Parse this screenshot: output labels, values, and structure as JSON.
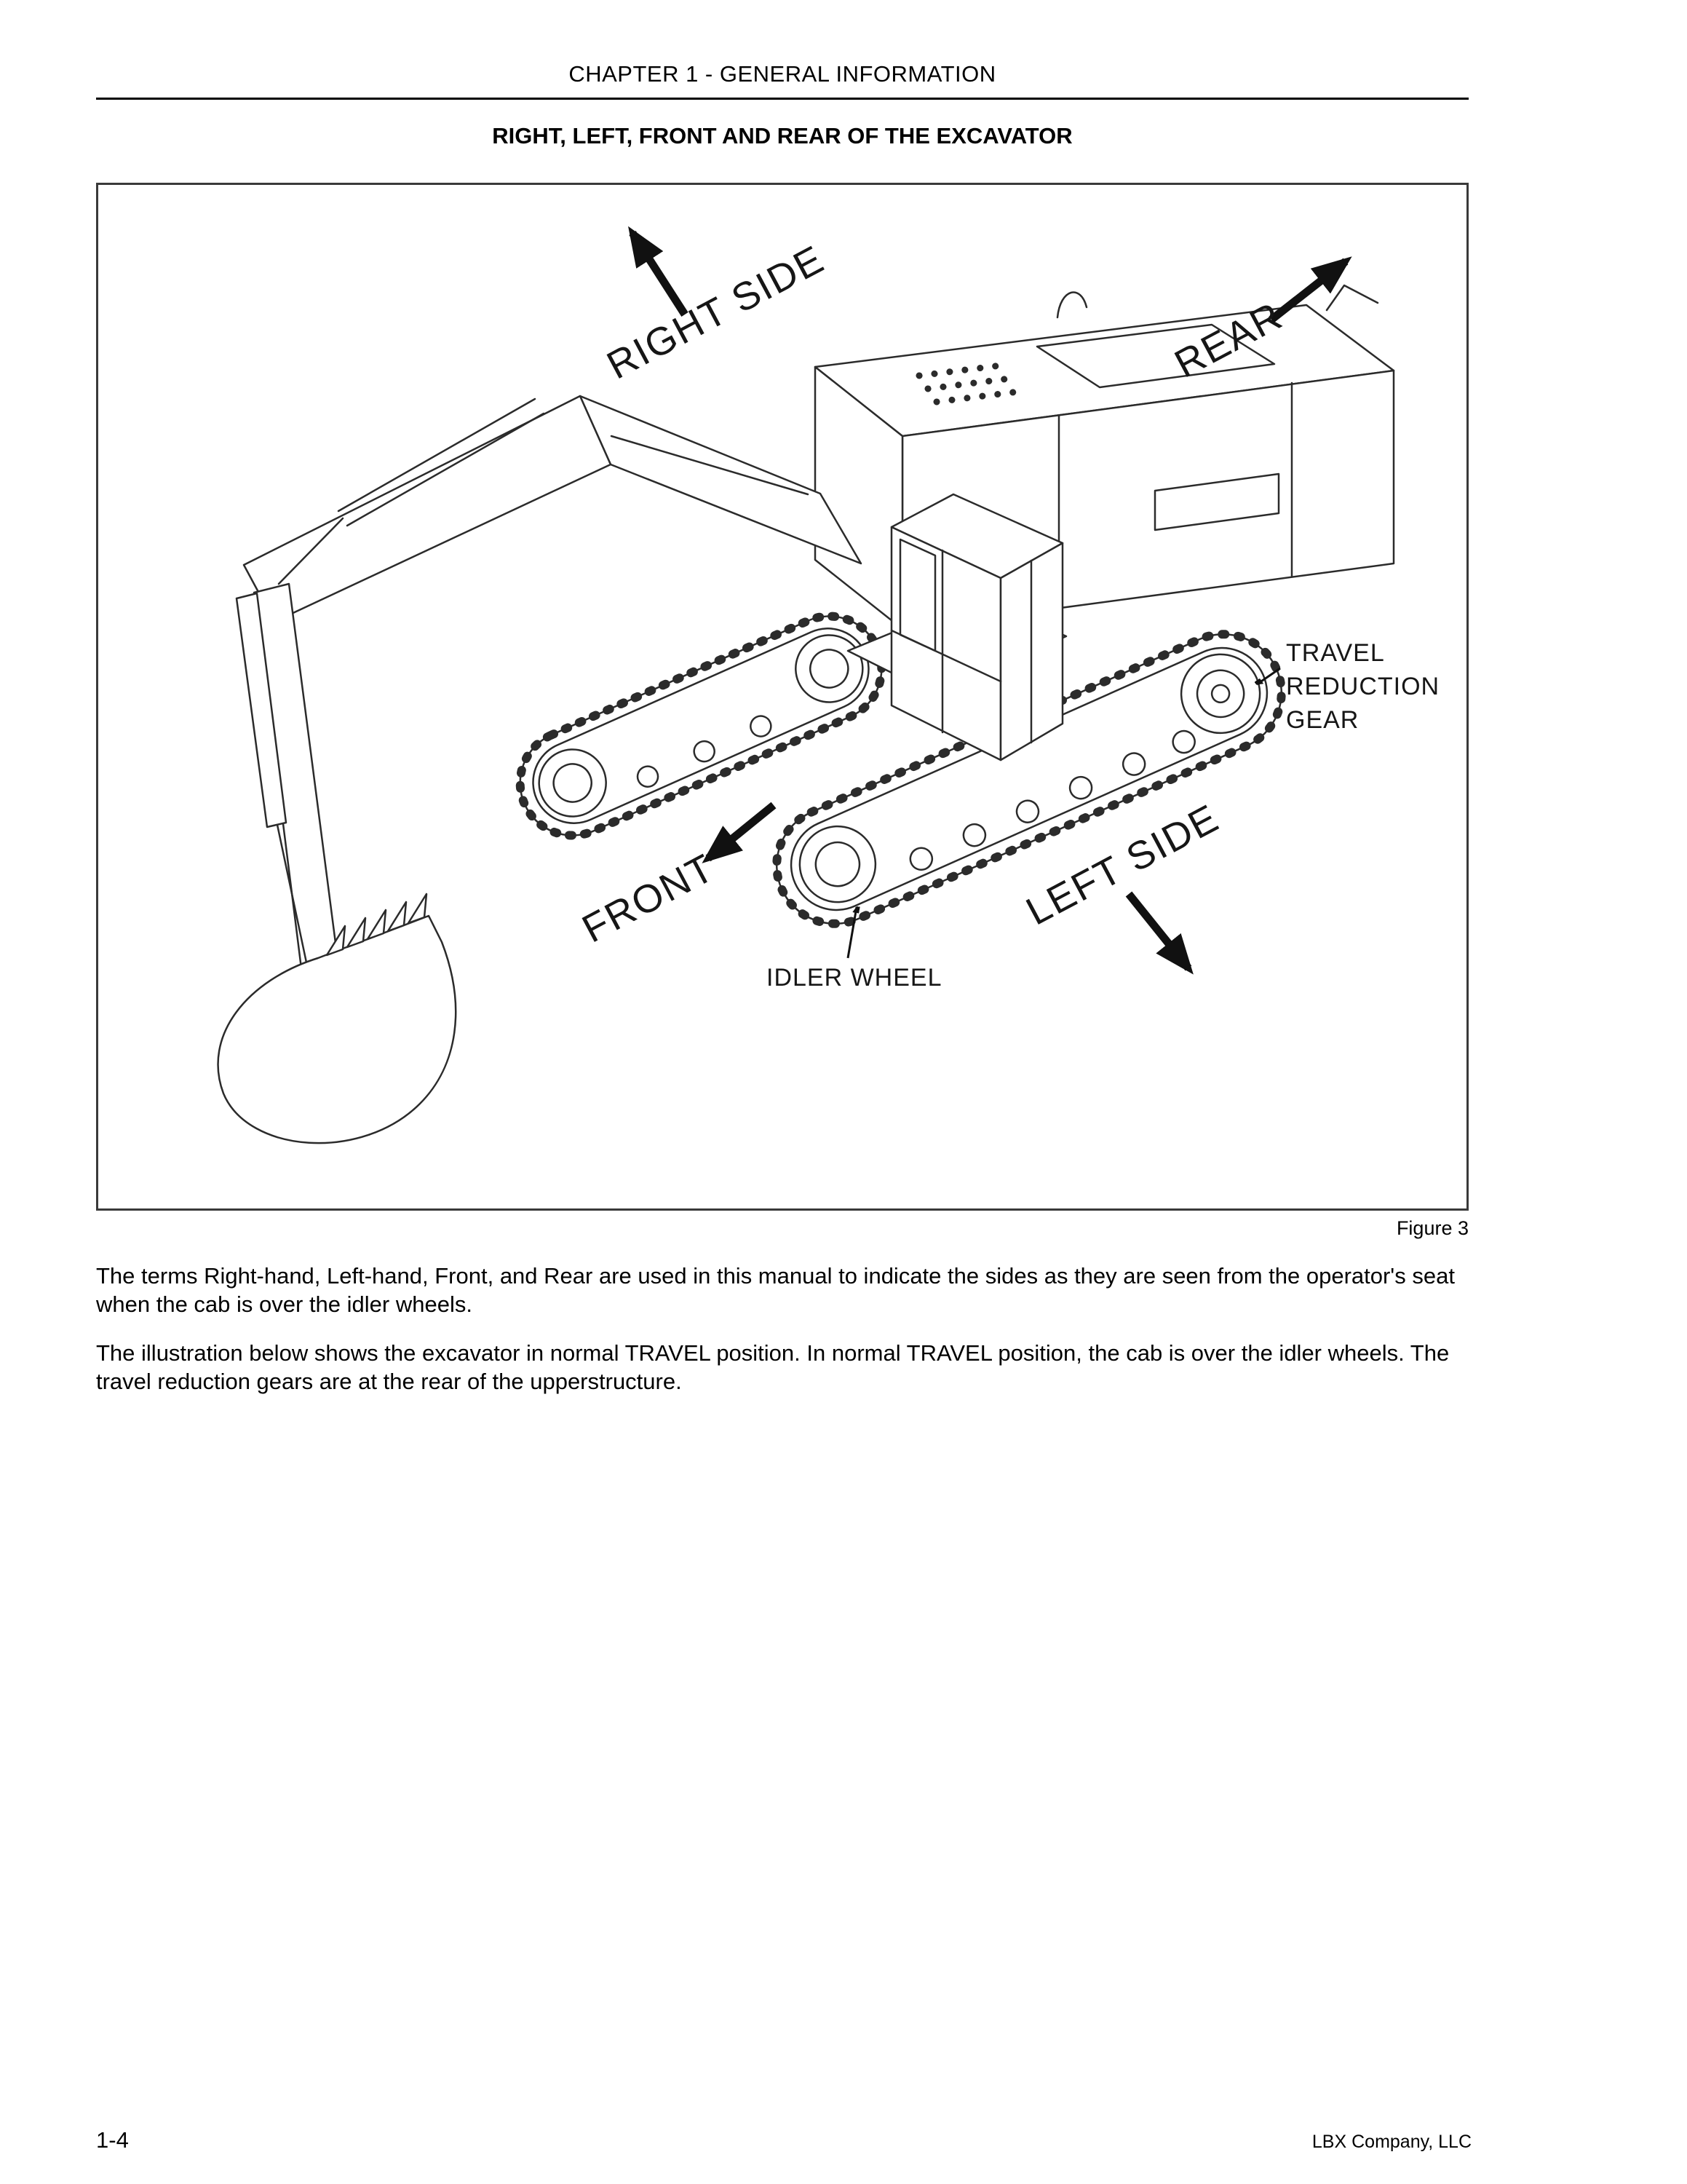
{
  "page": {
    "header": "CHAPTER 1 - GENERAL INFORMATION",
    "title": "RIGHT, LEFT, FRONT AND REAR OF THE EXCAVATOR",
    "figure": {
      "caption": "Figure 3",
      "labels": {
        "right_side": "RIGHT SIDE",
        "rear": "REAR",
        "front": "FRONT",
        "left_side": "LEFT SIDE",
        "idler_wheel": "IDLER WHEEL",
        "travel_reduction_gear": [
          "TRAVEL",
          "REDUCTION",
          "GEAR"
        ]
      }
    },
    "paragraphs": [
      "The terms Right-hand, Left-hand, Front, and Rear are used in this manual to indicate the sides as they are seen from the operator's seat when the cab is over the idler wheels.",
      "The illustration below shows the excavator in normal TRAVEL position. In normal TRAVEL position, the cab is over the idler wheels. The travel reduction gears are at the rear of the upperstructure."
    ],
    "footer": {
      "page_number": "1-4",
      "company": "LBX Company, LLC"
    }
  }
}
